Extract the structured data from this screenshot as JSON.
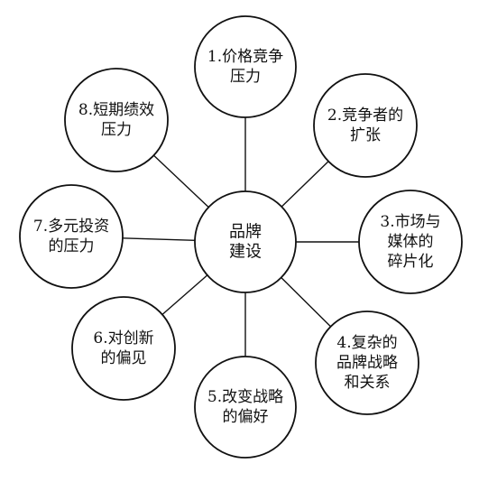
{
  "diagram": {
    "center": {
      "lines": [
        "品牌",
        "建设"
      ]
    },
    "nodes": [
      {
        "id": "n1",
        "lines": [
          "1.价格竞争",
          "压力"
        ]
      },
      {
        "id": "n2",
        "lines": [
          "2.竞争者的",
          "扩张"
        ]
      },
      {
        "id": "n3",
        "lines": [
          "3.市场与",
          "媒体的",
          "碎片化"
        ]
      },
      {
        "id": "n4",
        "lines": [
          "4.复杂的",
          "品牌战略",
          "和关系"
        ]
      },
      {
        "id": "n5",
        "lines": [
          "5.改变战略",
          "的偏好"
        ]
      },
      {
        "id": "n6",
        "lines": [
          "6.对创新",
          "的偏见"
        ]
      },
      {
        "id": "n7",
        "lines": [
          "7.多元投资",
          "的压力"
        ]
      },
      {
        "id": "n8",
        "lines": [
          "8.短期绩效",
          "压力"
        ]
      }
    ]
  }
}
